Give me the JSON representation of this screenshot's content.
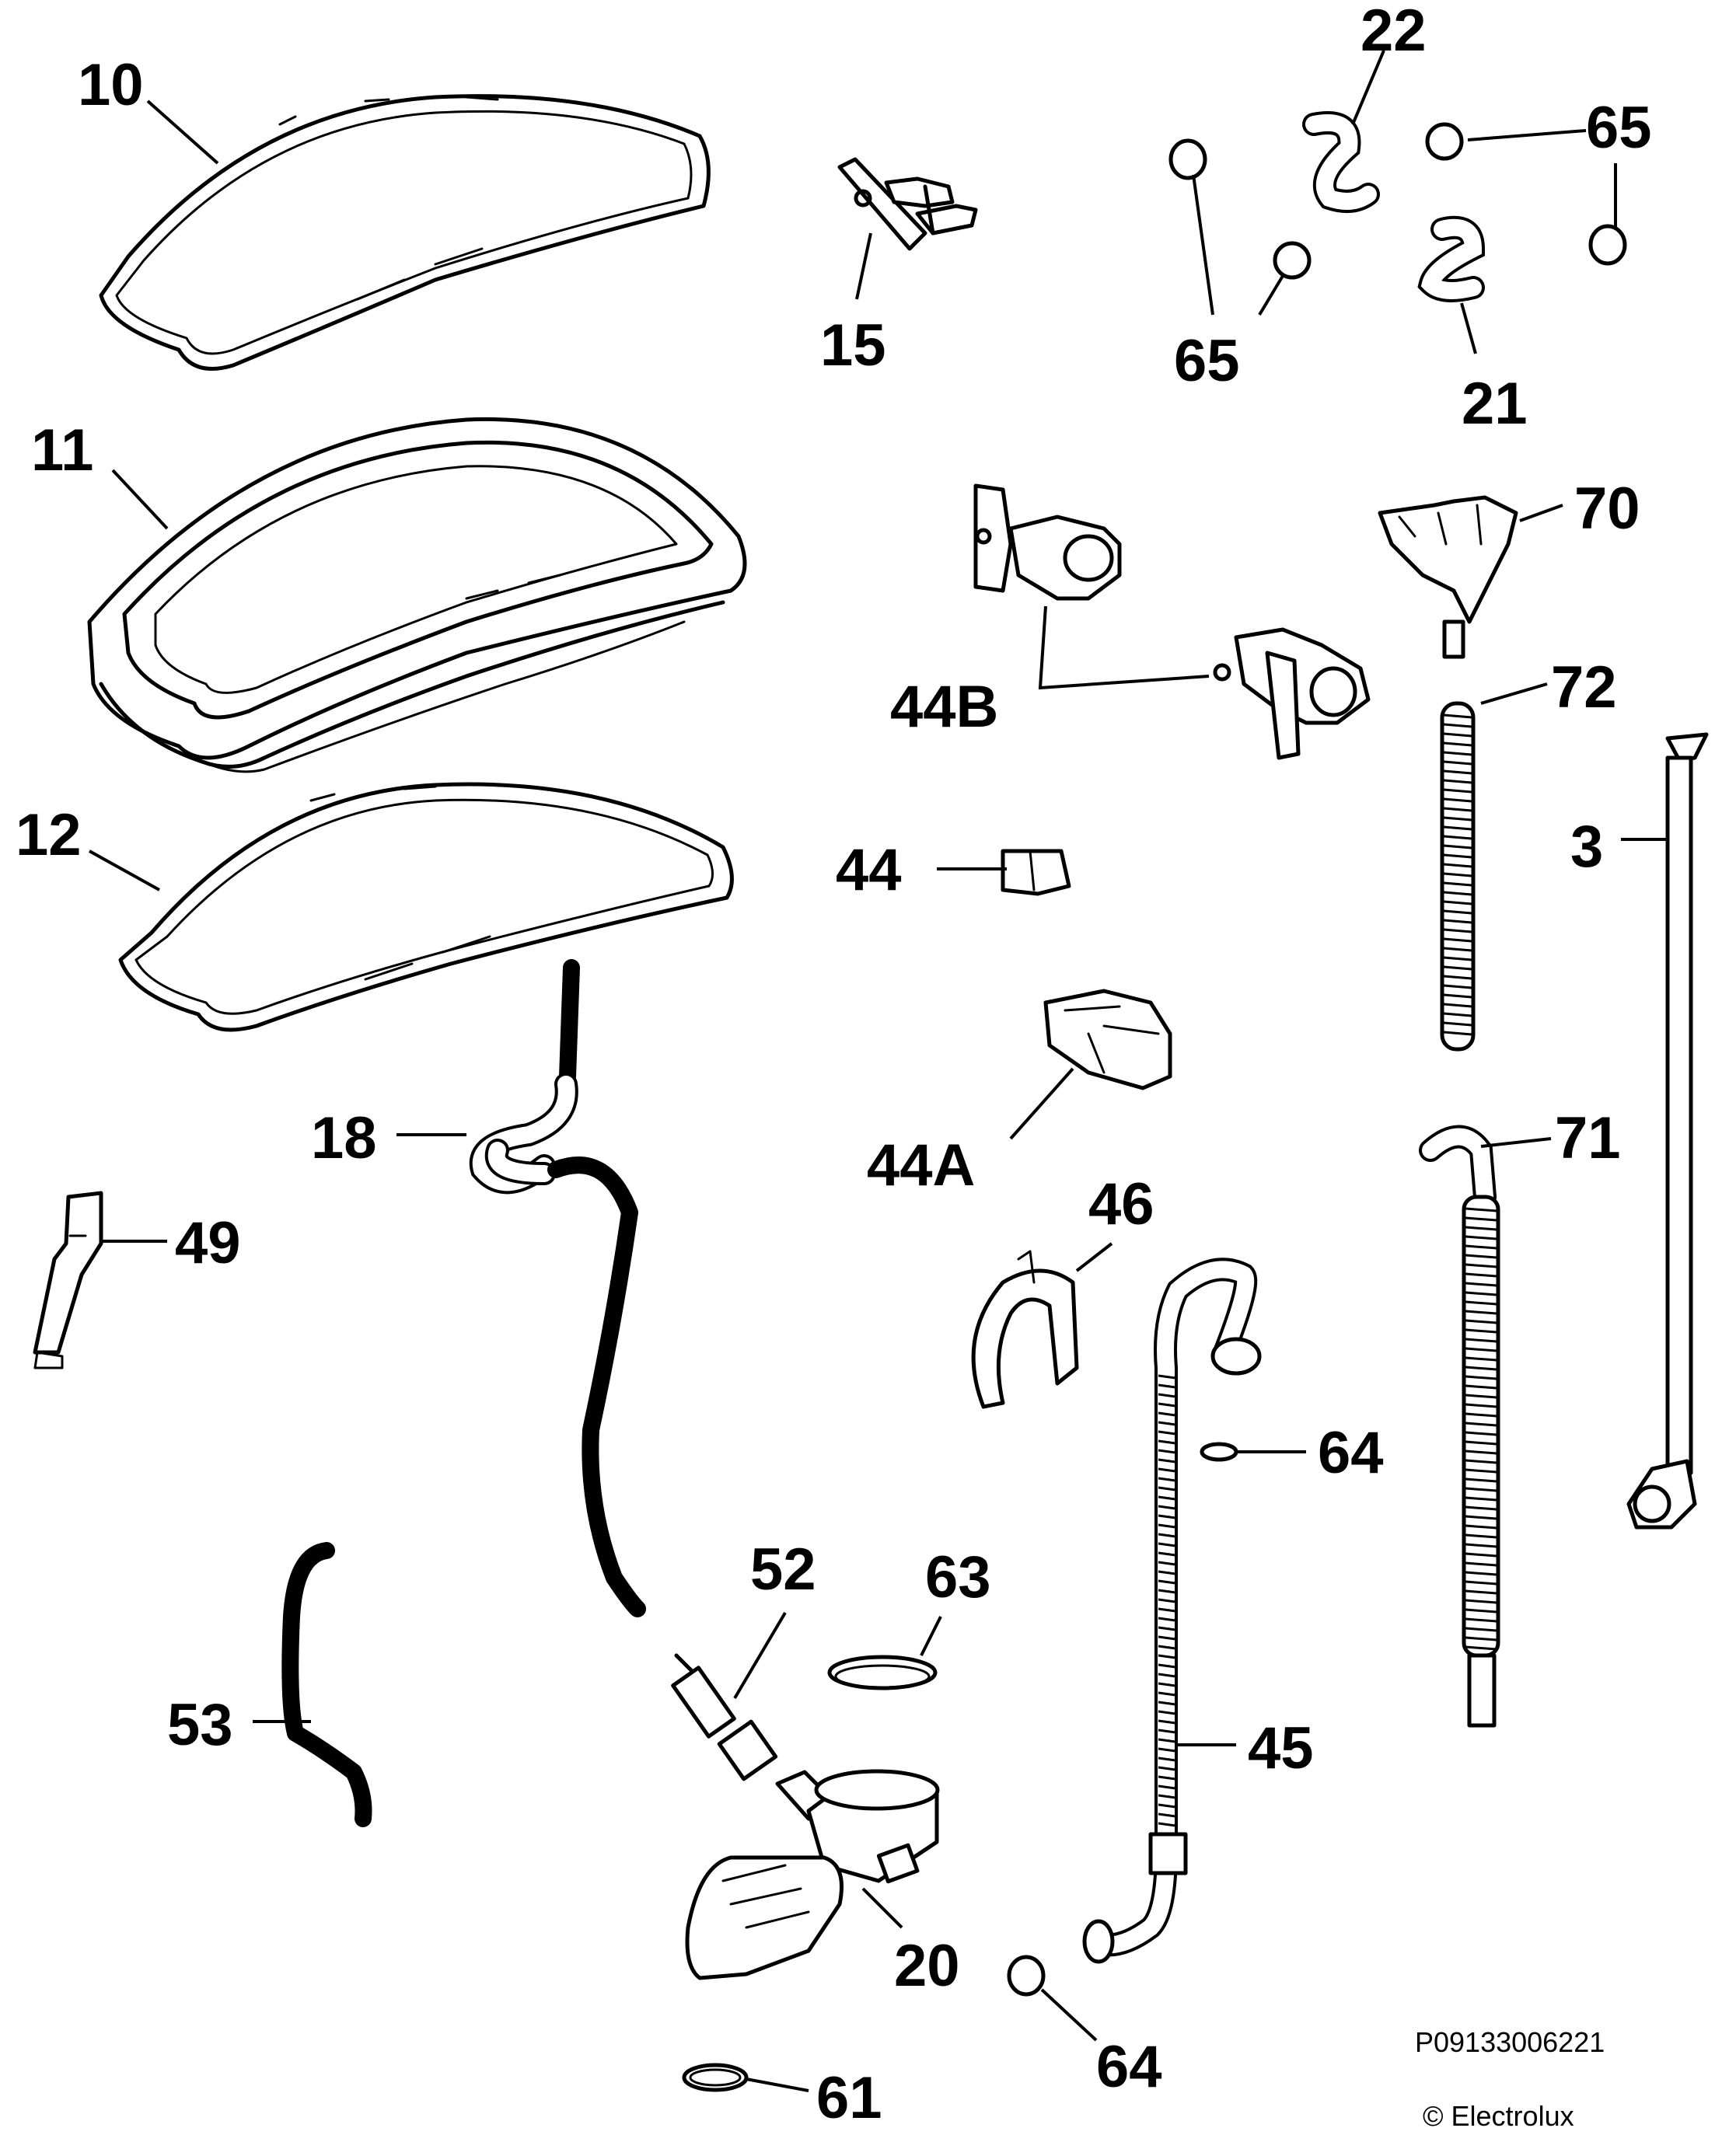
{
  "labels": {
    "p10": "10",
    "p11": "11",
    "p12": "12",
    "p15": "15",
    "p22": "22",
    "p65a": "65",
    "p65b": "65",
    "p21": "21",
    "p70": "70",
    "p44B": "44B",
    "p72": "72",
    "p3": "3",
    "p44": "44",
    "p44A": "44A",
    "p18": "18",
    "p71": "71",
    "p49": "49",
    "p46": "46",
    "p64a": "64",
    "p52": "52",
    "p63": "63",
    "p53": "53",
    "p45": "45",
    "p20": "20",
    "p64b": "64",
    "p61": "61"
  },
  "footer": {
    "code": "P09133006221",
    "copyright": "© Electrolux"
  }
}
